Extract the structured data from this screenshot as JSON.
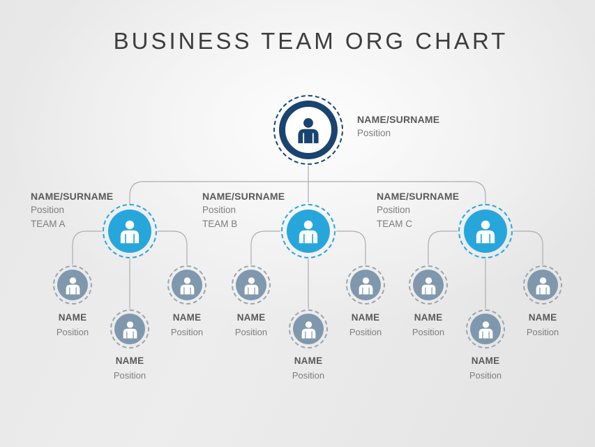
{
  "title": "BUSINESS TEAM ORG CHART",
  "colors": {
    "top_node_navy": "#1A4470",
    "team_node_blue": "#27A6DC",
    "member_node_slate": "#8098AD",
    "connector_line": "#ADADAD",
    "name_text": "#595959",
    "muted_text": "#7D7D7D",
    "title_text": "#3D3D3D",
    "background": "#E7E7E7"
  },
  "icons": {
    "node": "person-icon"
  },
  "ceo": {
    "name": "NAME/SURNAME",
    "position": "Position"
  },
  "teams": [
    {
      "name": "NAME/SURNAME",
      "position": "Position",
      "team_label": "TEAM A",
      "members": [
        {
          "name": "NAME",
          "position": "Position"
        },
        {
          "name": "NAME",
          "position": "Position"
        },
        {
          "name": "NAME",
          "position": "Position"
        }
      ]
    },
    {
      "name": "NAME/SURNAME",
      "position": "Position",
      "team_label": "TEAM B",
      "members": [
        {
          "name": "NAME",
          "position": "Position"
        },
        {
          "name": "NAME",
          "position": "Position"
        },
        {
          "name": "NAME",
          "position": "Position"
        }
      ]
    },
    {
      "name": "NAME/SURNAME",
      "position": "Position",
      "team_label": "TEAM C",
      "members": [
        {
          "name": "NAME",
          "position": "Position"
        },
        {
          "name": "NAME",
          "position": "Position"
        },
        {
          "name": "NAME",
          "position": "Position"
        }
      ]
    }
  ]
}
